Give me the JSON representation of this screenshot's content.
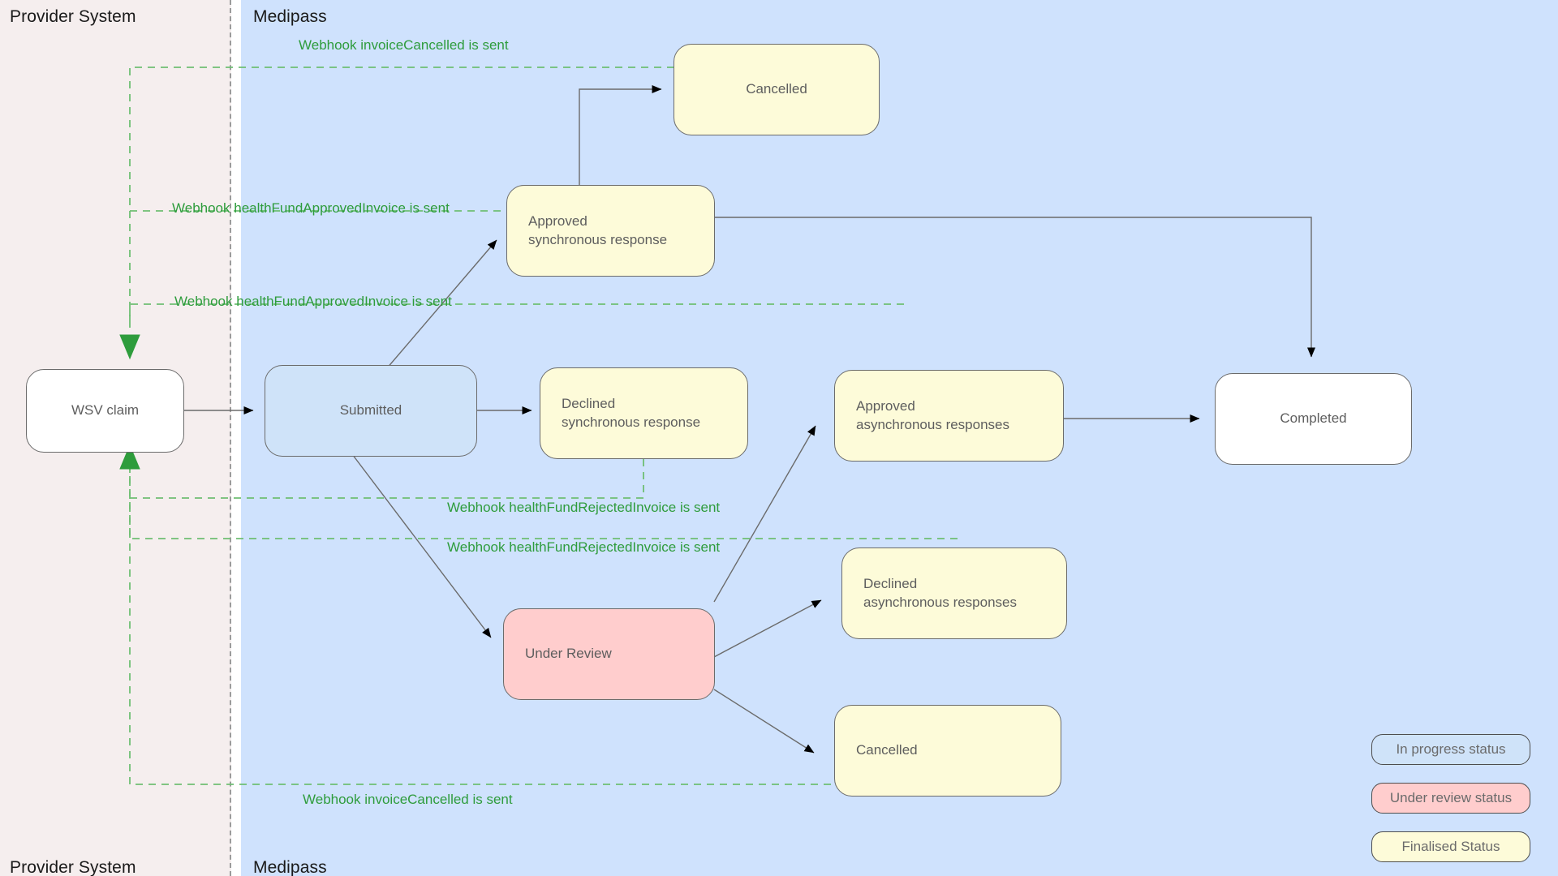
{
  "diagram": {
    "title": "Medipass claim status flow",
    "colors": {
      "lane_provider_bg": "#f5eeee",
      "lane_medipass_bg": "#cfe2fd",
      "node_border": "#6b6b6b",
      "node_text": "#5e5e5e",
      "in_progress_fill": "#cfe3f9",
      "under_review_fill": "#ffcdcd",
      "finalised_fill": "#fdfbd9",
      "start_end_fill": "#ffffff",
      "webhook_text": "#2e9c3c",
      "webhook_line": "#6fbf73",
      "lane_divider": "#9b9b9b",
      "edge_line": "#6b6b6b"
    }
  },
  "lanes": [
    {
      "id": "provider",
      "label_top": "Provider System",
      "label_bottom": "Provider System"
    },
    {
      "id": "medipass",
      "label_top": "Medipass",
      "label_bottom": "Medipass"
    }
  ],
  "nodes": [
    {
      "id": "wsv-claim",
      "label": "WSV claim",
      "status_type": "start",
      "lane": "provider"
    },
    {
      "id": "submitted",
      "label": "Submitted",
      "status_type": "in-progress",
      "lane": "medipass"
    },
    {
      "id": "cancelled-top",
      "label": "Cancelled",
      "status_type": "finalised",
      "lane": "medipass"
    },
    {
      "id": "approved-sync",
      "label": "Approved\nsynchronous response",
      "status_type": "finalised",
      "lane": "medipass"
    },
    {
      "id": "declined-sync",
      "label": "Declined\nsynchronous response",
      "status_type": "finalised",
      "lane": "medipass"
    },
    {
      "id": "approved-async",
      "label": "Approved\nasynchronous responses",
      "status_type": "finalised",
      "lane": "medipass"
    },
    {
      "id": "declined-async",
      "label": "Declined\nasynchronous responses",
      "status_type": "finalised",
      "lane": "medipass"
    },
    {
      "id": "cancelled-bottom",
      "label": "Cancelled",
      "status_type": "finalised",
      "lane": "medipass"
    },
    {
      "id": "completed",
      "label": "Completed",
      "status_type": "end",
      "lane": "medipass"
    },
    {
      "id": "under-review",
      "label": "Under Review",
      "status_type": "under-review",
      "lane": "medipass"
    }
  ],
  "webhook_labels": [
    {
      "id": "wh-invoice-cancelled-top",
      "text": "Webhook invoiceCancelled is sent"
    },
    {
      "id": "wh-approved-1",
      "text": "Webhook healthFundApprovedInvoice is sent"
    },
    {
      "id": "wh-approved-2",
      "text": "Webhook healthFundApprovedInvoice is sent"
    },
    {
      "id": "wh-rejected-1",
      "text": "Webhook healthFundRejectedInvoice is sent"
    },
    {
      "id": "wh-rejected-2",
      "text": "Webhook healthFundRejectedInvoice is sent"
    },
    {
      "id": "wh-invoice-cancelled-bottom",
      "text": "Webhook invoiceCancelled is sent"
    }
  ],
  "legend": {
    "items": [
      {
        "id": "legend-in-progress",
        "label": "In progress status",
        "fill": "#cfe3f9"
      },
      {
        "id": "legend-under-review",
        "label": "Under review status",
        "fill": "#ffcdcd"
      },
      {
        "id": "legend-finalised",
        "label": "Finalised Status",
        "fill": "#fdfbd9"
      }
    ]
  }
}
